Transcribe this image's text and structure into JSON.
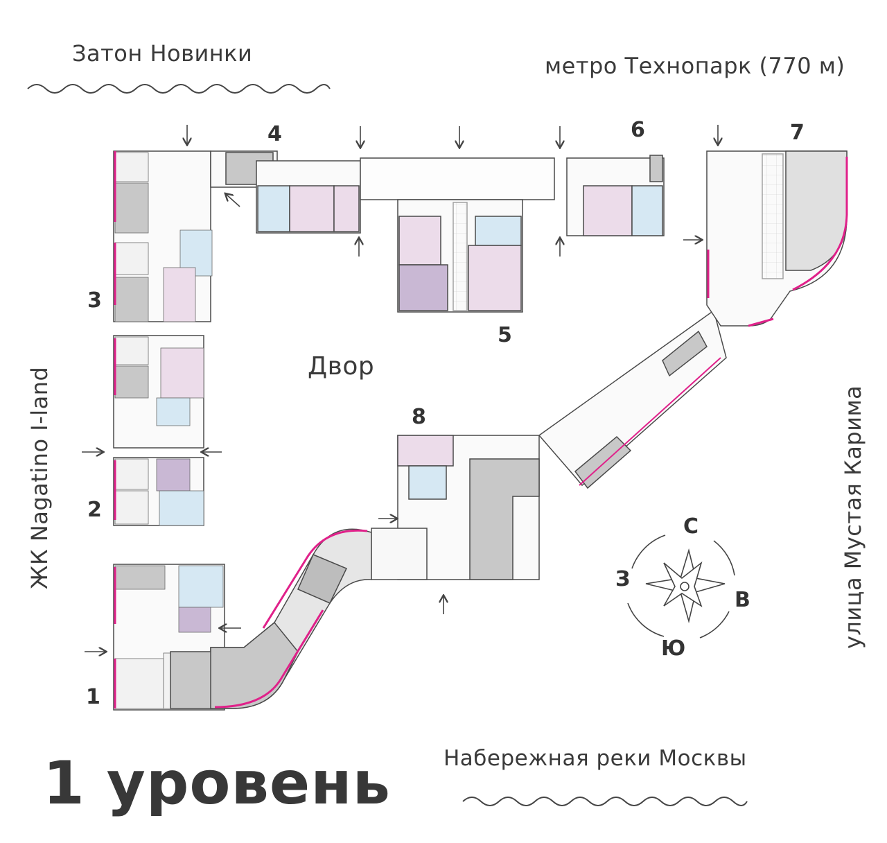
{
  "labels": {
    "top_left": "Затон Новинки",
    "top_right": "метро Технопарк (770 м)",
    "bottom": "Набережная реки Москвы",
    "west": "ЖК Nagatino I-land",
    "east": "улица Мустая Карима",
    "courtyard": "Двор",
    "level_title": "1 уровень"
  },
  "buildings": {
    "b1": "1",
    "b2": "2",
    "b3": "3",
    "b4": "4",
    "b5": "5",
    "b6": "6",
    "b7": "7",
    "b8": "8"
  },
  "compass": {
    "north": "С",
    "south": "Ю",
    "east": "В",
    "west": "З"
  },
  "colors": {
    "wall": "#4a4a4a",
    "commercial": "#c8c8c8",
    "commercial_light": "#e4e4e4",
    "apartment_pink": "#ecdcea",
    "apartment_blue": "#d6e8f3",
    "apartment_purple": "#c9b8d4",
    "facade_accent": "#e0218a"
  }
}
